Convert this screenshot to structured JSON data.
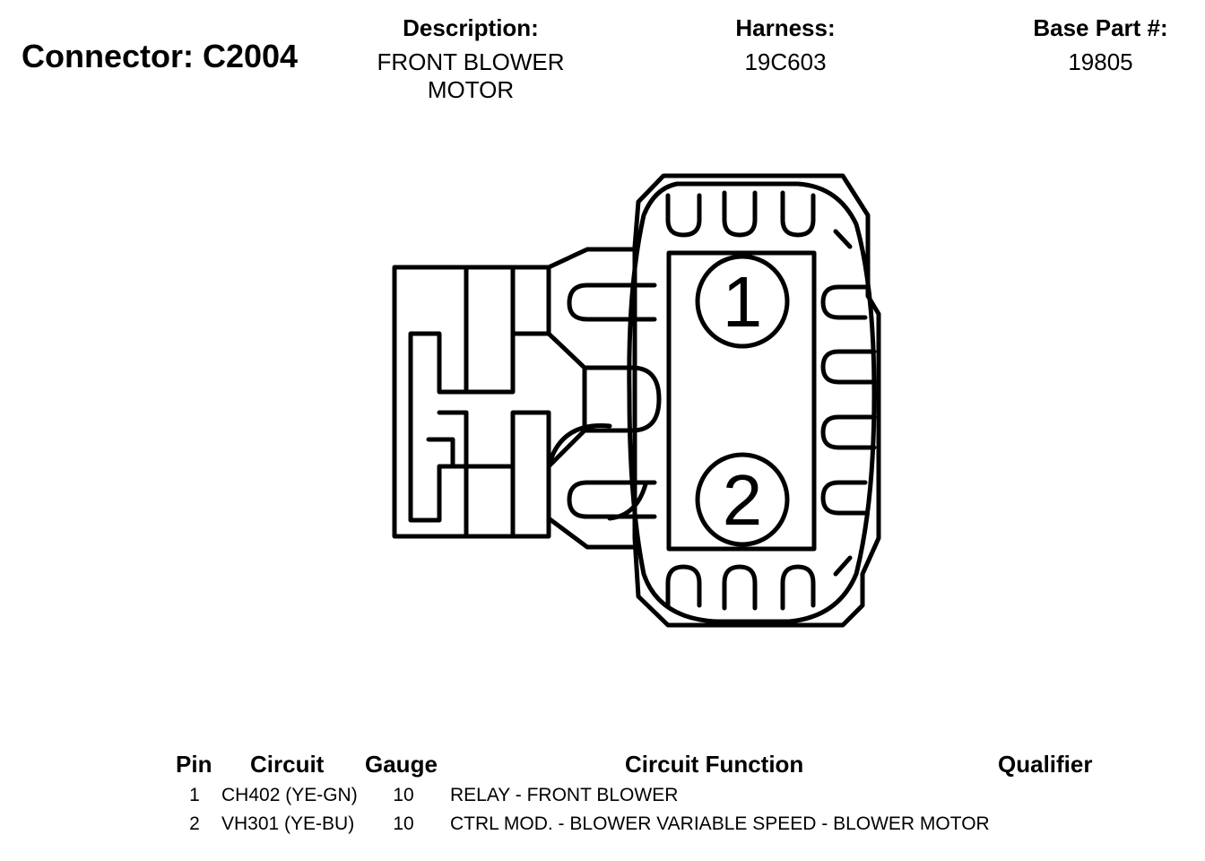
{
  "connector": {
    "label": "Connector: C2004"
  },
  "header": {
    "description_label": "Description:",
    "description_value": "FRONT BLOWER MOTOR",
    "harness_label": "Harness:",
    "harness_value": "19C603",
    "base_part_label": "Base Part #:",
    "base_part_value": "19805"
  },
  "diagram": {
    "pin_labels": [
      "1",
      "2"
    ],
    "stroke_color": "#000000"
  },
  "pin_table": {
    "columns": [
      "Pin",
      "Circuit",
      "Gauge",
      "Circuit Function",
      "Qualifier"
    ],
    "rows": [
      {
        "pin": "1",
        "circuit": "CH402 (YE-GN)",
        "gauge": "10",
        "function": "RELAY - FRONT BLOWER",
        "qualifier": ""
      },
      {
        "pin": "2",
        "circuit": "VH301 (YE-BU)",
        "gauge": "10",
        "function": "CTRL MOD. - BLOWER VARIABLE SPEED - BLOWER MOTOR",
        "qualifier": ""
      }
    ]
  }
}
